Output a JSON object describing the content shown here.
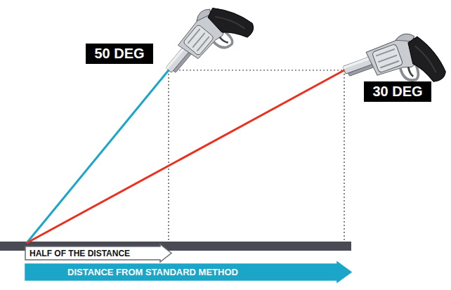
{
  "diagram": {
    "nodes": [
      {
        "text": [
          "50 DEG"
        ]
      },
      {
        "text": [
          "30 DEG"
        ]
      },
      {
        "text": [
          "HALF OF THE DISTANCE"
        ]
      },
      {
        "text": [
          "DISTANCE FROM STANDARD METHOD"
        ]
      }
    ]
  }
}
